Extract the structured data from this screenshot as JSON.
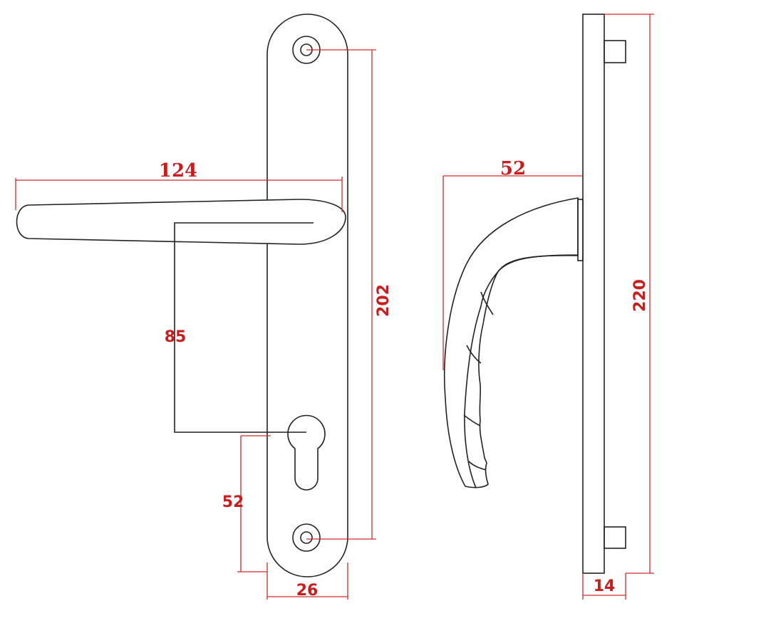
{
  "dimensions": {
    "lever_length": "124",
    "spindle_to_keyhole": "85",
    "plate_hole_spacing": "202",
    "keyhole_to_bottom": "52",
    "plate_width": "26",
    "lever_projection": "52",
    "plate_height": "220",
    "plate_thickness": "14"
  },
  "colors": {
    "dimension": "#d42a2a",
    "outline": "#222222"
  }
}
